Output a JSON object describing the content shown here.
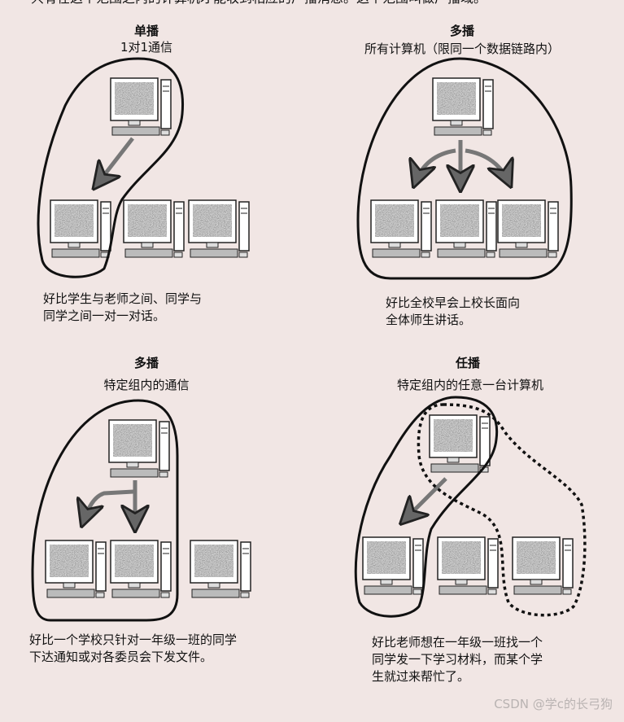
{
  "header_text": "只有在这个范围之内的计算机才能收到相应的广播消息。这个范围叫做广播域。",
  "panels": {
    "unicast": {
      "title": "单播",
      "subtitle": "1对1通信",
      "caption": [
        "好比学生与老师之间、同学与",
        "同学之间一对一对话。"
      ]
    },
    "broadcast": {
      "title": "多播",
      "subtitle": "所有计算机（限同一个数据链路内）",
      "caption": [
        "好比全校早会上校长面向",
        "全体师生讲话。"
      ]
    },
    "multicast": {
      "title": "多播",
      "subtitle": "特定组内的通信",
      "caption": [
        "好比一个学校只针对一年级一班的同学",
        "下达通知或对各委员会下发文件。"
      ]
    },
    "anycast": {
      "title": "任播",
      "subtitle": "特定组内的任意一台计算机",
      "caption": [
        "好比老师想在一年级一班找一个",
        "同学发一下学习材料，而某个学",
        "生就过来帮忙了。"
      ]
    }
  },
  "watermark": "CSDN @学c的长弓狗"
}
